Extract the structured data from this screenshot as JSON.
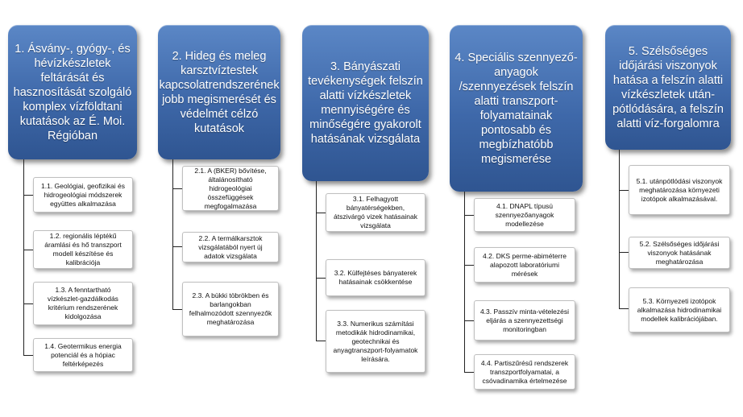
{
  "columns": [
    {
      "title": "1. Ásvány-, gyógy-, és hévízkészletek feltárását és hasznosítását szolgáló komplex vízföldtani kutatások az É. Moi. Régióban",
      "items": [
        "1.1. Geológiai, geofizikai és hidrogeológiai módszerek együttes alkalmazása",
        "1.2. regionális léptékű áramlási és hő transzport modell készítése és kalibrációja",
        "1.3. A fenntartható vízkészlet-gazdálkodás kritérium rendszerének kidolgozása",
        "1.4. Geotermikus energia potenciál és a hópiac feltérképezés"
      ]
    },
    {
      "title": "2. Hideg és meleg karsztvíztestek kapcsolatrendszerének jobb megismerését és védelmét célzó kutatások",
      "items": [
        "2.1. A (BKER) bővítése, általánosítható hidrogeológiai összefüggések megfogalmazása",
        "2.2. A termálkarsztok vizsgálatából nyert új adatok vizsgálata",
        "2.3. A bükki töbrökben és barlangokban felhalmozódott szennyezők meghatározása"
      ]
    },
    {
      "title": "3. Bányászati tevékenységek felszín alatti vízkészletek mennyiségére és minőségére gyakorolt hatásának vizsgálata",
      "items": [
        "3.1. Felhagyott bányatérségekben, átszivárgó vizek hatásainak vizsgálata",
        "3.2. Külfejtéses bányaterek hatásainak csökkentése",
        "3.3. Numerikus számítási metodikák hidrodinamikai, geotechnikai és anyagtranszport-folyamatok leírására."
      ]
    },
    {
      "title": "4. Speciális szennyező-anyagok /szennyezések felszín alatti transzport-folyamatainak pontosabb és megbízhatóbb megismerése",
      "items": [
        "4.1. DNAPL típusú szennyezőanyagok modellezése",
        "4.2. DKS perme-abiméterre alapozott laboratóriumi mérések",
        "4.3. Passzív minta-vételezési eljárás a szennyezettségi monitoringban",
        "4.4. Partiszűrésű rendszerek transzportfolyamatai, a csóvadinamika értelmezése"
      ]
    },
    {
      "title": "5. Szélsőséges időjárási viszonyok hatása a felszín alatti vízkészletek után-pótlódására, a felszín alatti víz-forgalomra",
      "items": [
        "5.1. utánpótlódási viszonyok meghatározása környezeti izotópok alkalmazásával.",
        "5.2. Szélsőséges időjárási viszonyok hatásának meghatározása",
        "5.3. Környezeti izotópok alkalmazása hidrodinamikai modellek kalibrációjában."
      ]
    }
  ]
}
